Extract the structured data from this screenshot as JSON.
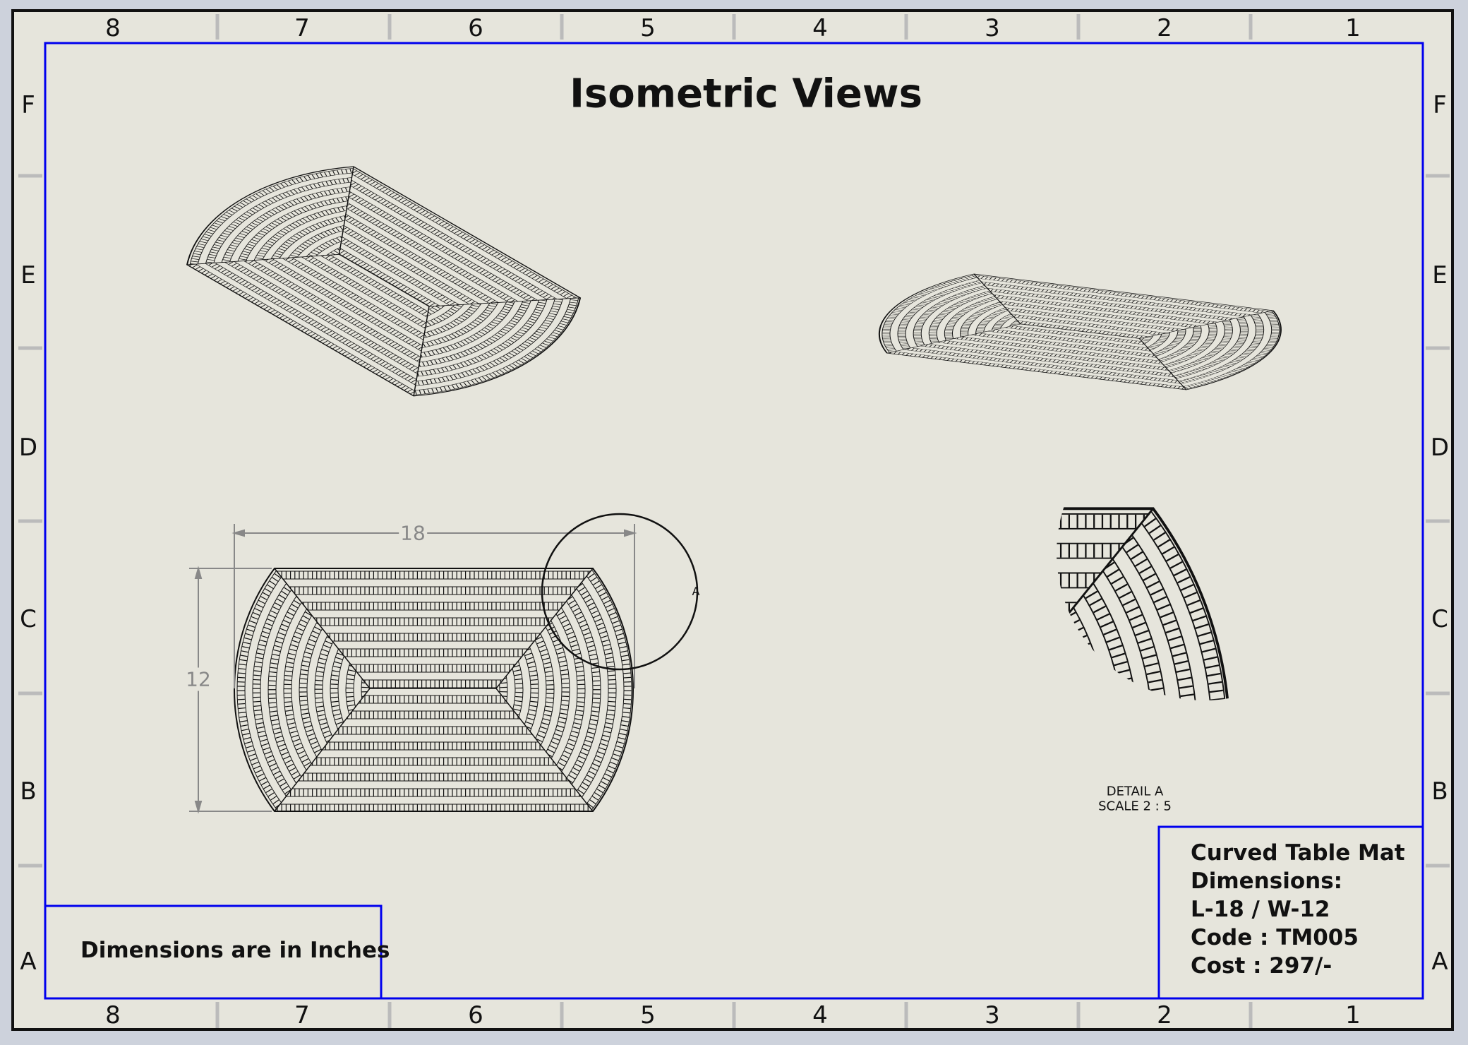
{
  "sheet": {
    "title": "Isometric Views",
    "column_labels": [
      "8",
      "7",
      "6",
      "5",
      "4",
      "3",
      "2",
      "1"
    ],
    "row_labels": [
      "F",
      "E",
      "D",
      "C",
      "B",
      "A"
    ]
  },
  "front_view": {
    "length_dim": "18",
    "width_dim": "12",
    "detail_marker": "A"
  },
  "detail_view": {
    "label": "DETAIL A",
    "scale": "SCALE 2 : 5"
  },
  "note": "Dimensions are in Inches",
  "title_block": {
    "line1": "Curved Table Mat",
    "line2": "Dimensions:",
    "line3": "L-18 / W-12",
    "line4": "Code : TM005",
    "line5": "Cost : 297/-"
  },
  "colors": {
    "border_blue": "#0000ee",
    "sheet": "#e6e5dc"
  }
}
